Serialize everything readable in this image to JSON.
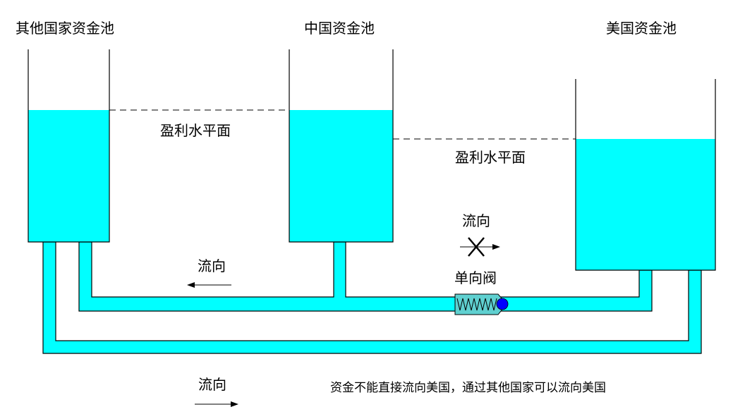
{
  "labels": {
    "pool_left": "其他国家资金池",
    "pool_center": "中国资金池",
    "pool_right": "美国资金池",
    "profit_level_left": "盈利水平面",
    "profit_level_right": "盈利水平面",
    "flow_left": "流向",
    "flow_valve": "流向",
    "check_valve": "单向阀",
    "flow_bottom": "流向",
    "note": "资金不能直接流向美国，通过其他国家可以流向美国"
  },
  "colors": {
    "water": "#00ffff",
    "valve": "#5fd0d0",
    "valve_ball": "#0000ff",
    "line": "#000000"
  }
}
